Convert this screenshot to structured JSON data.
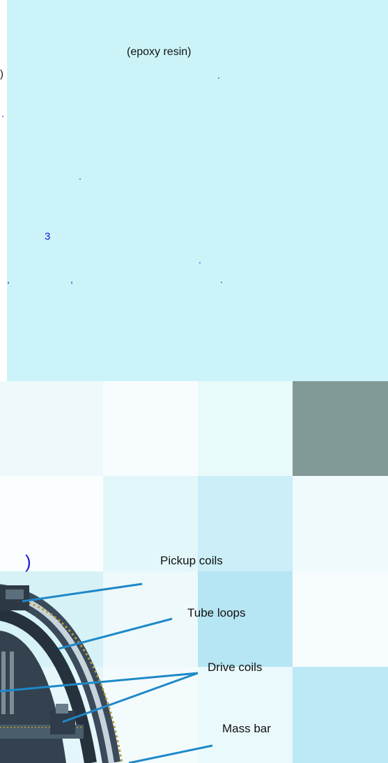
{
  "text": {
    "resin_note": "(epoxy resin)",
    "left_paren_top": ")",
    "footnote_number": "3",
    "comma_1": ",",
    "comma_2": ","
  },
  "figure": {
    "open_paren": ")",
    "labels": {
      "pickup": "Pickup coils",
      "tube": "Tube loops",
      "drive": "Drive coils",
      "mass": "Mass bar"
    }
  },
  "colors": {
    "panel": "#ccf4f8",
    "accent_blue": "#1a1ad6",
    "callout_line": "#1e88c8",
    "dark_tile": "#829a97"
  }
}
